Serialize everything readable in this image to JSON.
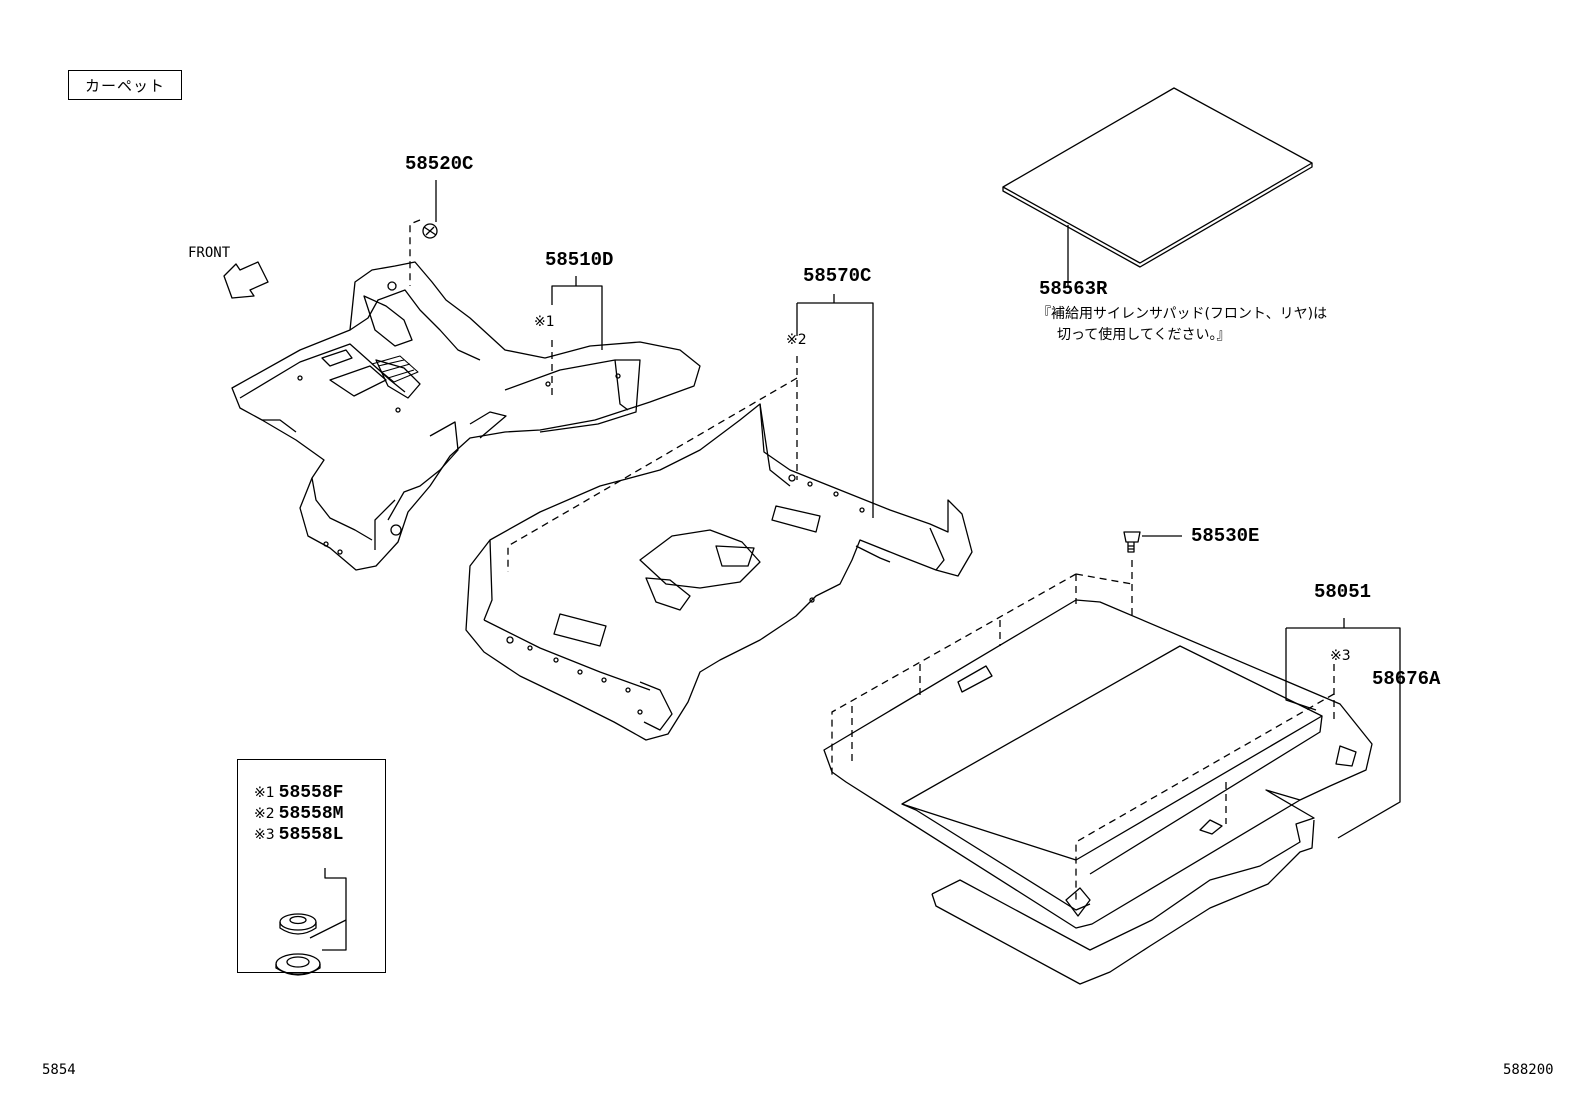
{
  "title": "カーペット",
  "front_label": "FRONT",
  "parts": {
    "p58520C": "58520C",
    "p58510D": "58510D",
    "p58570C": "58570C",
    "p58563R": "58563R",
    "p58530E": "58530E",
    "p58051": "58051",
    "p58676A": "58676A"
  },
  "markers": {
    "m1": "※1",
    "m2": "※2",
    "m3": "※3"
  },
  "note": {
    "line1": "『補給用サイレンサパッド(フロント、リヤ)は",
    "line2": "切って使用してください。』"
  },
  "legend": [
    {
      "sym": "※1",
      "code": "58558F"
    },
    {
      "sym": "※2",
      "code": "58558M"
    },
    {
      "sym": "※3",
      "code": "58558L"
    }
  ],
  "footer": {
    "left": "5854",
    "right": "588200"
  }
}
